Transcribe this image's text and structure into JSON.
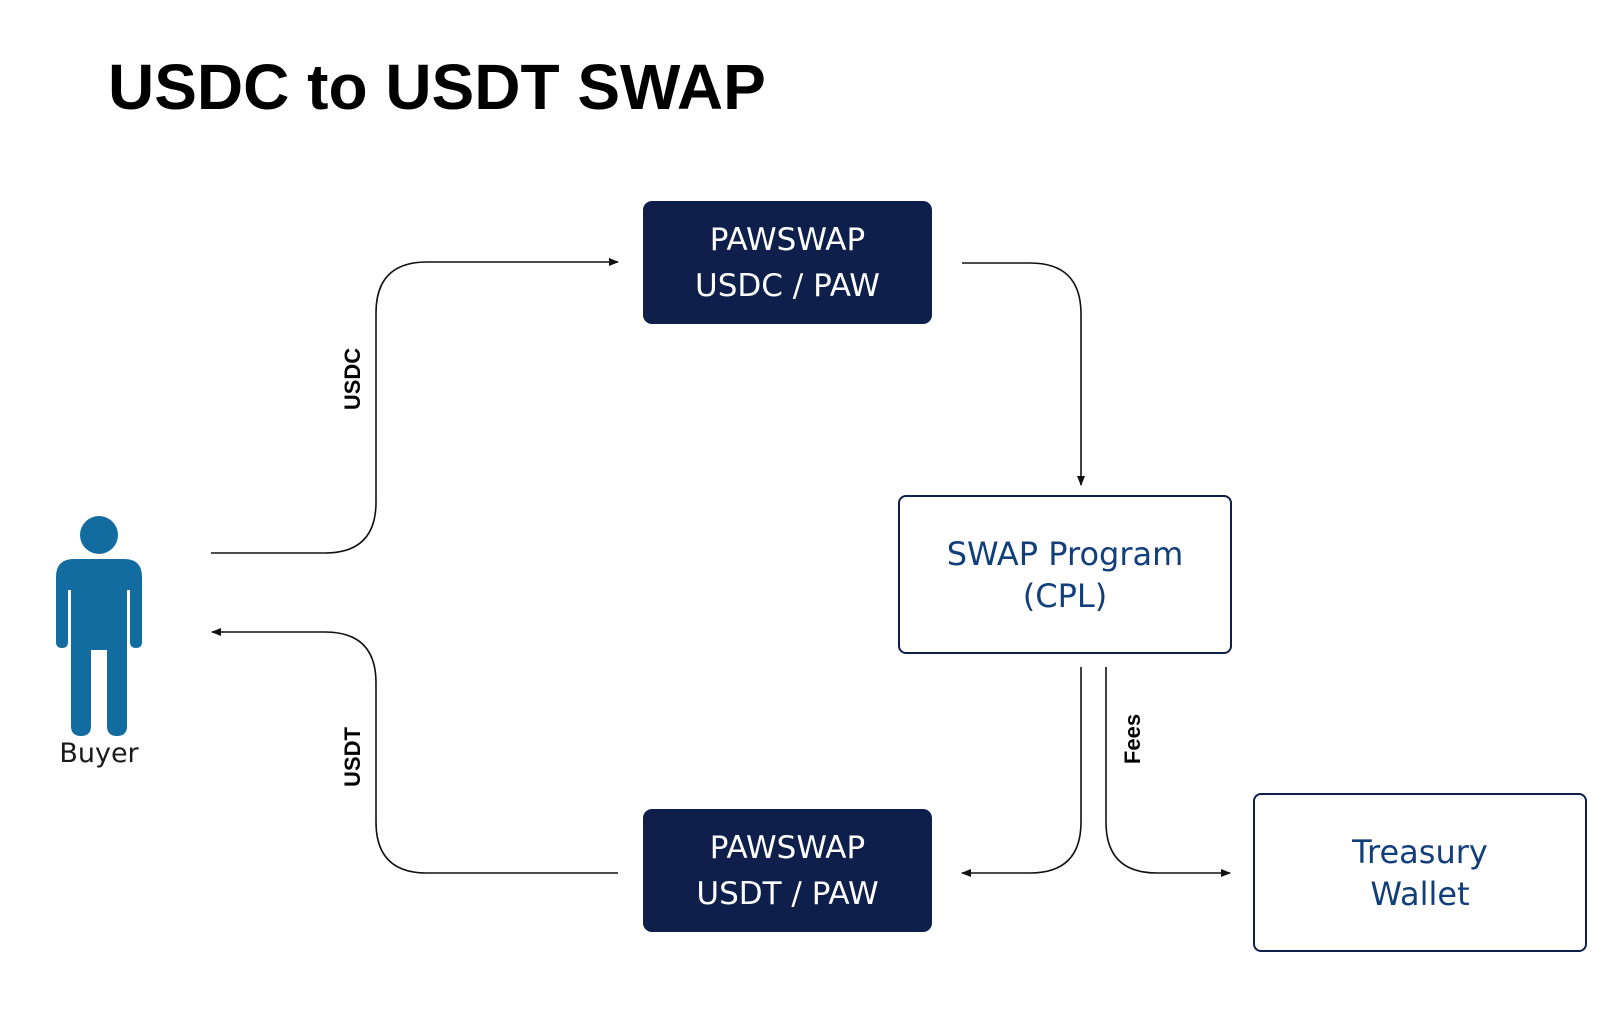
{
  "title": "USDC to USDT SWAP",
  "buyer": {
    "label": "Buyer",
    "icon": "person-icon",
    "color": "#126ca0"
  },
  "nodes": {
    "pool_usdc": {
      "line1": "PAWSWAP",
      "line2": "USDC / PAW"
    },
    "pool_usdt": {
      "line1": "PAWSWAP",
      "line2": "USDT / PAW"
    },
    "swap_program": {
      "line1": "SWAP Program",
      "line2": "(CPL)"
    },
    "treasury": {
      "line1": "Treasury",
      "line2": "Wallet"
    }
  },
  "edges": {
    "usdc": "USDC",
    "usdt": "USDT",
    "fees": "Fees"
  },
  "colors": {
    "dark_box": "#0d1f4a",
    "light_text": "#123f7c",
    "line": "#111111"
  }
}
